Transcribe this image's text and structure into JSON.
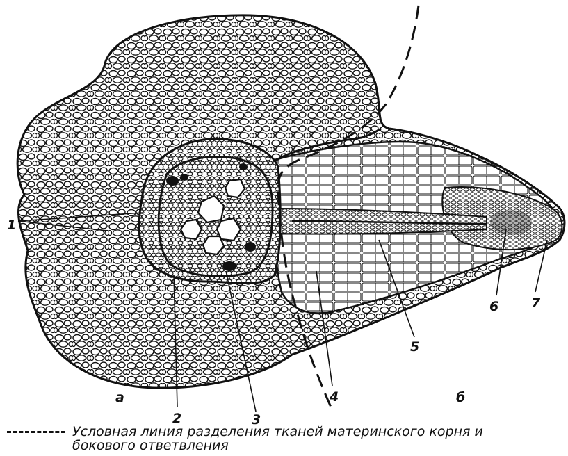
{
  "figure": {
    "labels": {
      "n1": "1",
      "n2": "2",
      "n3": "3",
      "n4": "4",
      "n5": "5",
      "n6": "6",
      "n7": "7",
      "a": "а",
      "b": "б"
    },
    "legend": {
      "line1": "Условная линия разделения тканей материнского корня и",
      "line2": "бокового ответвления"
    }
  }
}
